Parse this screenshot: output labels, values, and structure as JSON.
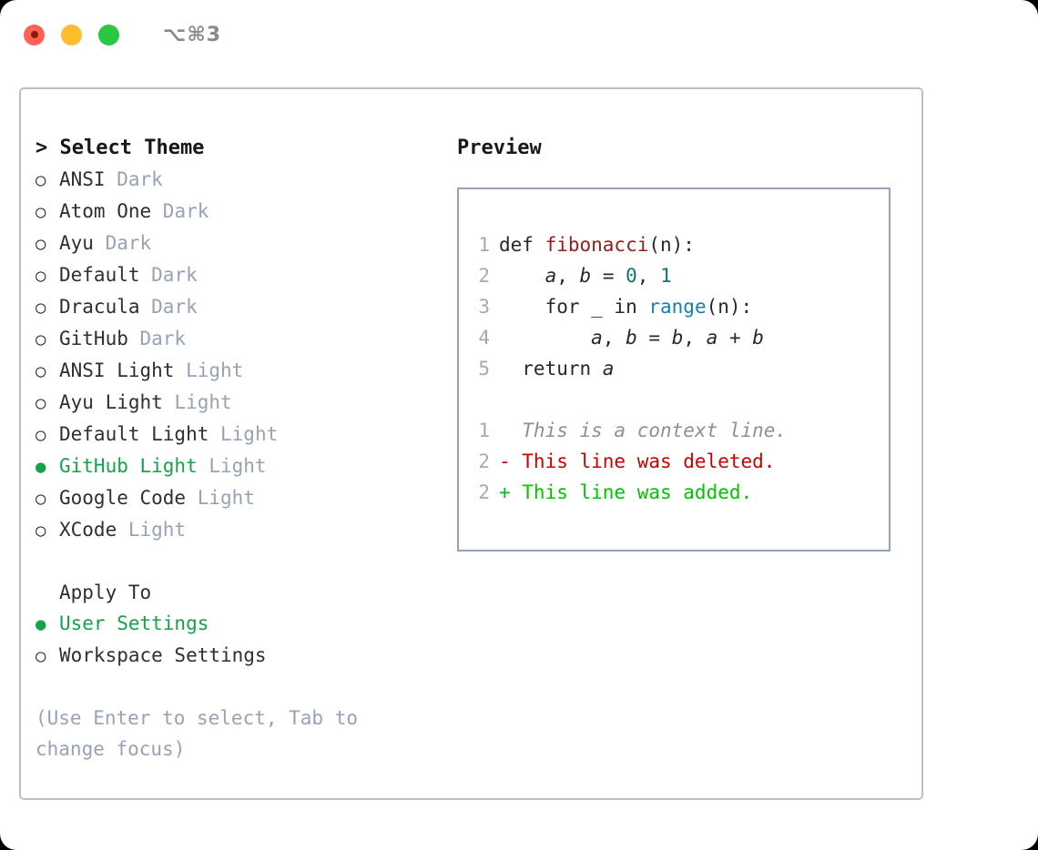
{
  "titlebar": {
    "shortcut": "⌥⌘3",
    "lights": [
      {
        "name": "close",
        "color": "#ff6157"
      },
      {
        "name": "minimize",
        "color": "#febc2e"
      },
      {
        "name": "maximize",
        "color": "#28c840"
      }
    ]
  },
  "colors": {
    "accent_green": "#14a34a",
    "muted": "#97a3b4",
    "text": "#2c2f33",
    "diff_add": "#00c400",
    "diff_del": "#cc0000",
    "panel_border": "#b7c0cb",
    "preview_border": "#97a3b4"
  },
  "theme_section": {
    "header": "> Select Theme",
    "items": [
      {
        "marker": "○",
        "label": "ANSI",
        "suffix": "Dark",
        "selected": false
      },
      {
        "marker": "○",
        "label": "Atom One",
        "suffix": "Dark",
        "selected": false
      },
      {
        "marker": "○",
        "label": "Ayu",
        "suffix": "Dark",
        "selected": false
      },
      {
        "marker": "○",
        "label": "Default",
        "suffix": "Dark",
        "selected": false
      },
      {
        "marker": "○",
        "label": "Dracula",
        "suffix": "Dark",
        "selected": false
      },
      {
        "marker": "○",
        "label": "GitHub",
        "suffix": "Dark",
        "selected": false
      },
      {
        "marker": "○",
        "label": "ANSI Light",
        "suffix": "Light",
        "selected": false
      },
      {
        "marker": "○",
        "label": "Ayu Light",
        "suffix": "Light",
        "selected": false
      },
      {
        "marker": "○",
        "label": "Default Light",
        "suffix": "Light",
        "selected": false
      },
      {
        "marker": "●",
        "label": "GitHub Light",
        "suffix": "Light",
        "selected": true
      },
      {
        "marker": "○",
        "label": "Google Code",
        "suffix": "Light",
        "selected": false
      },
      {
        "marker": "○",
        "label": "XCode",
        "suffix": "Light",
        "selected": false
      }
    ]
  },
  "apply_section": {
    "header": "Apply To",
    "items": [
      {
        "marker": "●",
        "label": "User Settings",
        "selected": true
      },
      {
        "marker": "○",
        "label": "Workspace Settings",
        "selected": false
      }
    ]
  },
  "hint": "(Use Enter to select, Tab to change focus)",
  "preview": {
    "title": "Preview",
    "code_lines": [
      {
        "no": "1",
        "tokens": [
          {
            "t": "def ",
            "c": "tok-kw"
          },
          {
            "t": "fibonacci",
            "c": "tok-fn"
          },
          {
            "t": "(n):",
            "c": "tok-punct"
          }
        ]
      },
      {
        "no": "2",
        "tokens": [
          {
            "t": "    ",
            "c": "tok-punct"
          },
          {
            "t": "a",
            "c": "tok-var"
          },
          {
            "t": ", ",
            "c": "tok-punct"
          },
          {
            "t": "b",
            "c": "tok-var"
          },
          {
            "t": " = ",
            "c": "tok-punct"
          },
          {
            "t": "0",
            "c": "tok-num"
          },
          {
            "t": ", ",
            "c": "tok-punct"
          },
          {
            "t": "1",
            "c": "tok-num"
          }
        ]
      },
      {
        "no": "3",
        "tokens": [
          {
            "t": "    for _ in ",
            "c": "tok-kw"
          },
          {
            "t": "range",
            "c": "tok-builtin"
          },
          {
            "t": "(n):",
            "c": "tok-punct"
          }
        ]
      },
      {
        "no": "4",
        "tokens": [
          {
            "t": "        ",
            "c": "tok-punct"
          },
          {
            "t": "a",
            "c": "tok-var"
          },
          {
            "t": ", ",
            "c": "tok-punct"
          },
          {
            "t": "b",
            "c": "tok-var"
          },
          {
            "t": " = ",
            "c": "tok-punct"
          },
          {
            "t": "b",
            "c": "tok-var"
          },
          {
            "t": ", ",
            "c": "tok-punct"
          },
          {
            "t": "a",
            "c": "tok-var"
          },
          {
            "t": " + ",
            "c": "tok-punct"
          },
          {
            "t": "b",
            "c": "tok-var"
          }
        ]
      },
      {
        "no": "5",
        "tokens": [
          {
            "t": "  return ",
            "c": "tok-kw"
          },
          {
            "t": "a",
            "c": "tok-var"
          }
        ]
      }
    ],
    "diff_lines": [
      {
        "no": "1",
        "text": "  This is a context line.",
        "kind": "diff-ctx"
      },
      {
        "no": "2",
        "text": "- This line was deleted.",
        "kind": "diff-del"
      },
      {
        "no": "2",
        "text": "+ This line was added.",
        "kind": "diff-add"
      }
    ]
  }
}
